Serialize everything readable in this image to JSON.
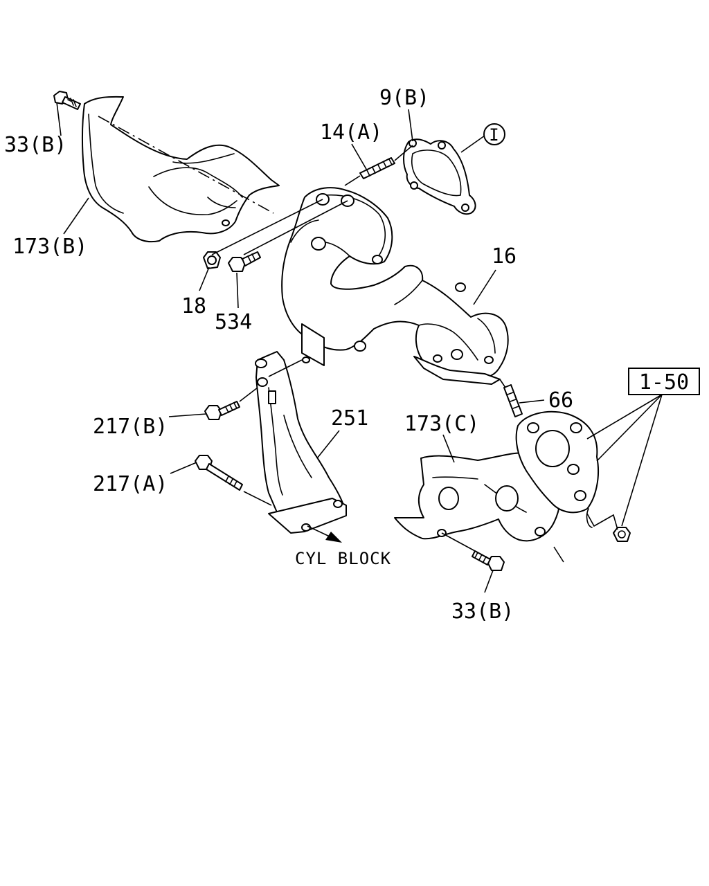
{
  "callouts": {
    "bolt_33b_top": "33(B)",
    "shield_173b": "173(B)",
    "gasket_9b": "9(B)",
    "stud_14a": "14(A)",
    "circle_ref": "I",
    "nut_18": "18",
    "bolt_534": "534",
    "manifold_16": "16",
    "bolt_217b": "217(B)",
    "bracket_251": "251",
    "bolt_217a": "217(A)",
    "shield_173c": "173(C)",
    "stud_66": "66",
    "ref_box_1_50": "1-50",
    "bolt_33b_bottom": "33(B)",
    "cyl_block": "CYL BLOCK"
  }
}
